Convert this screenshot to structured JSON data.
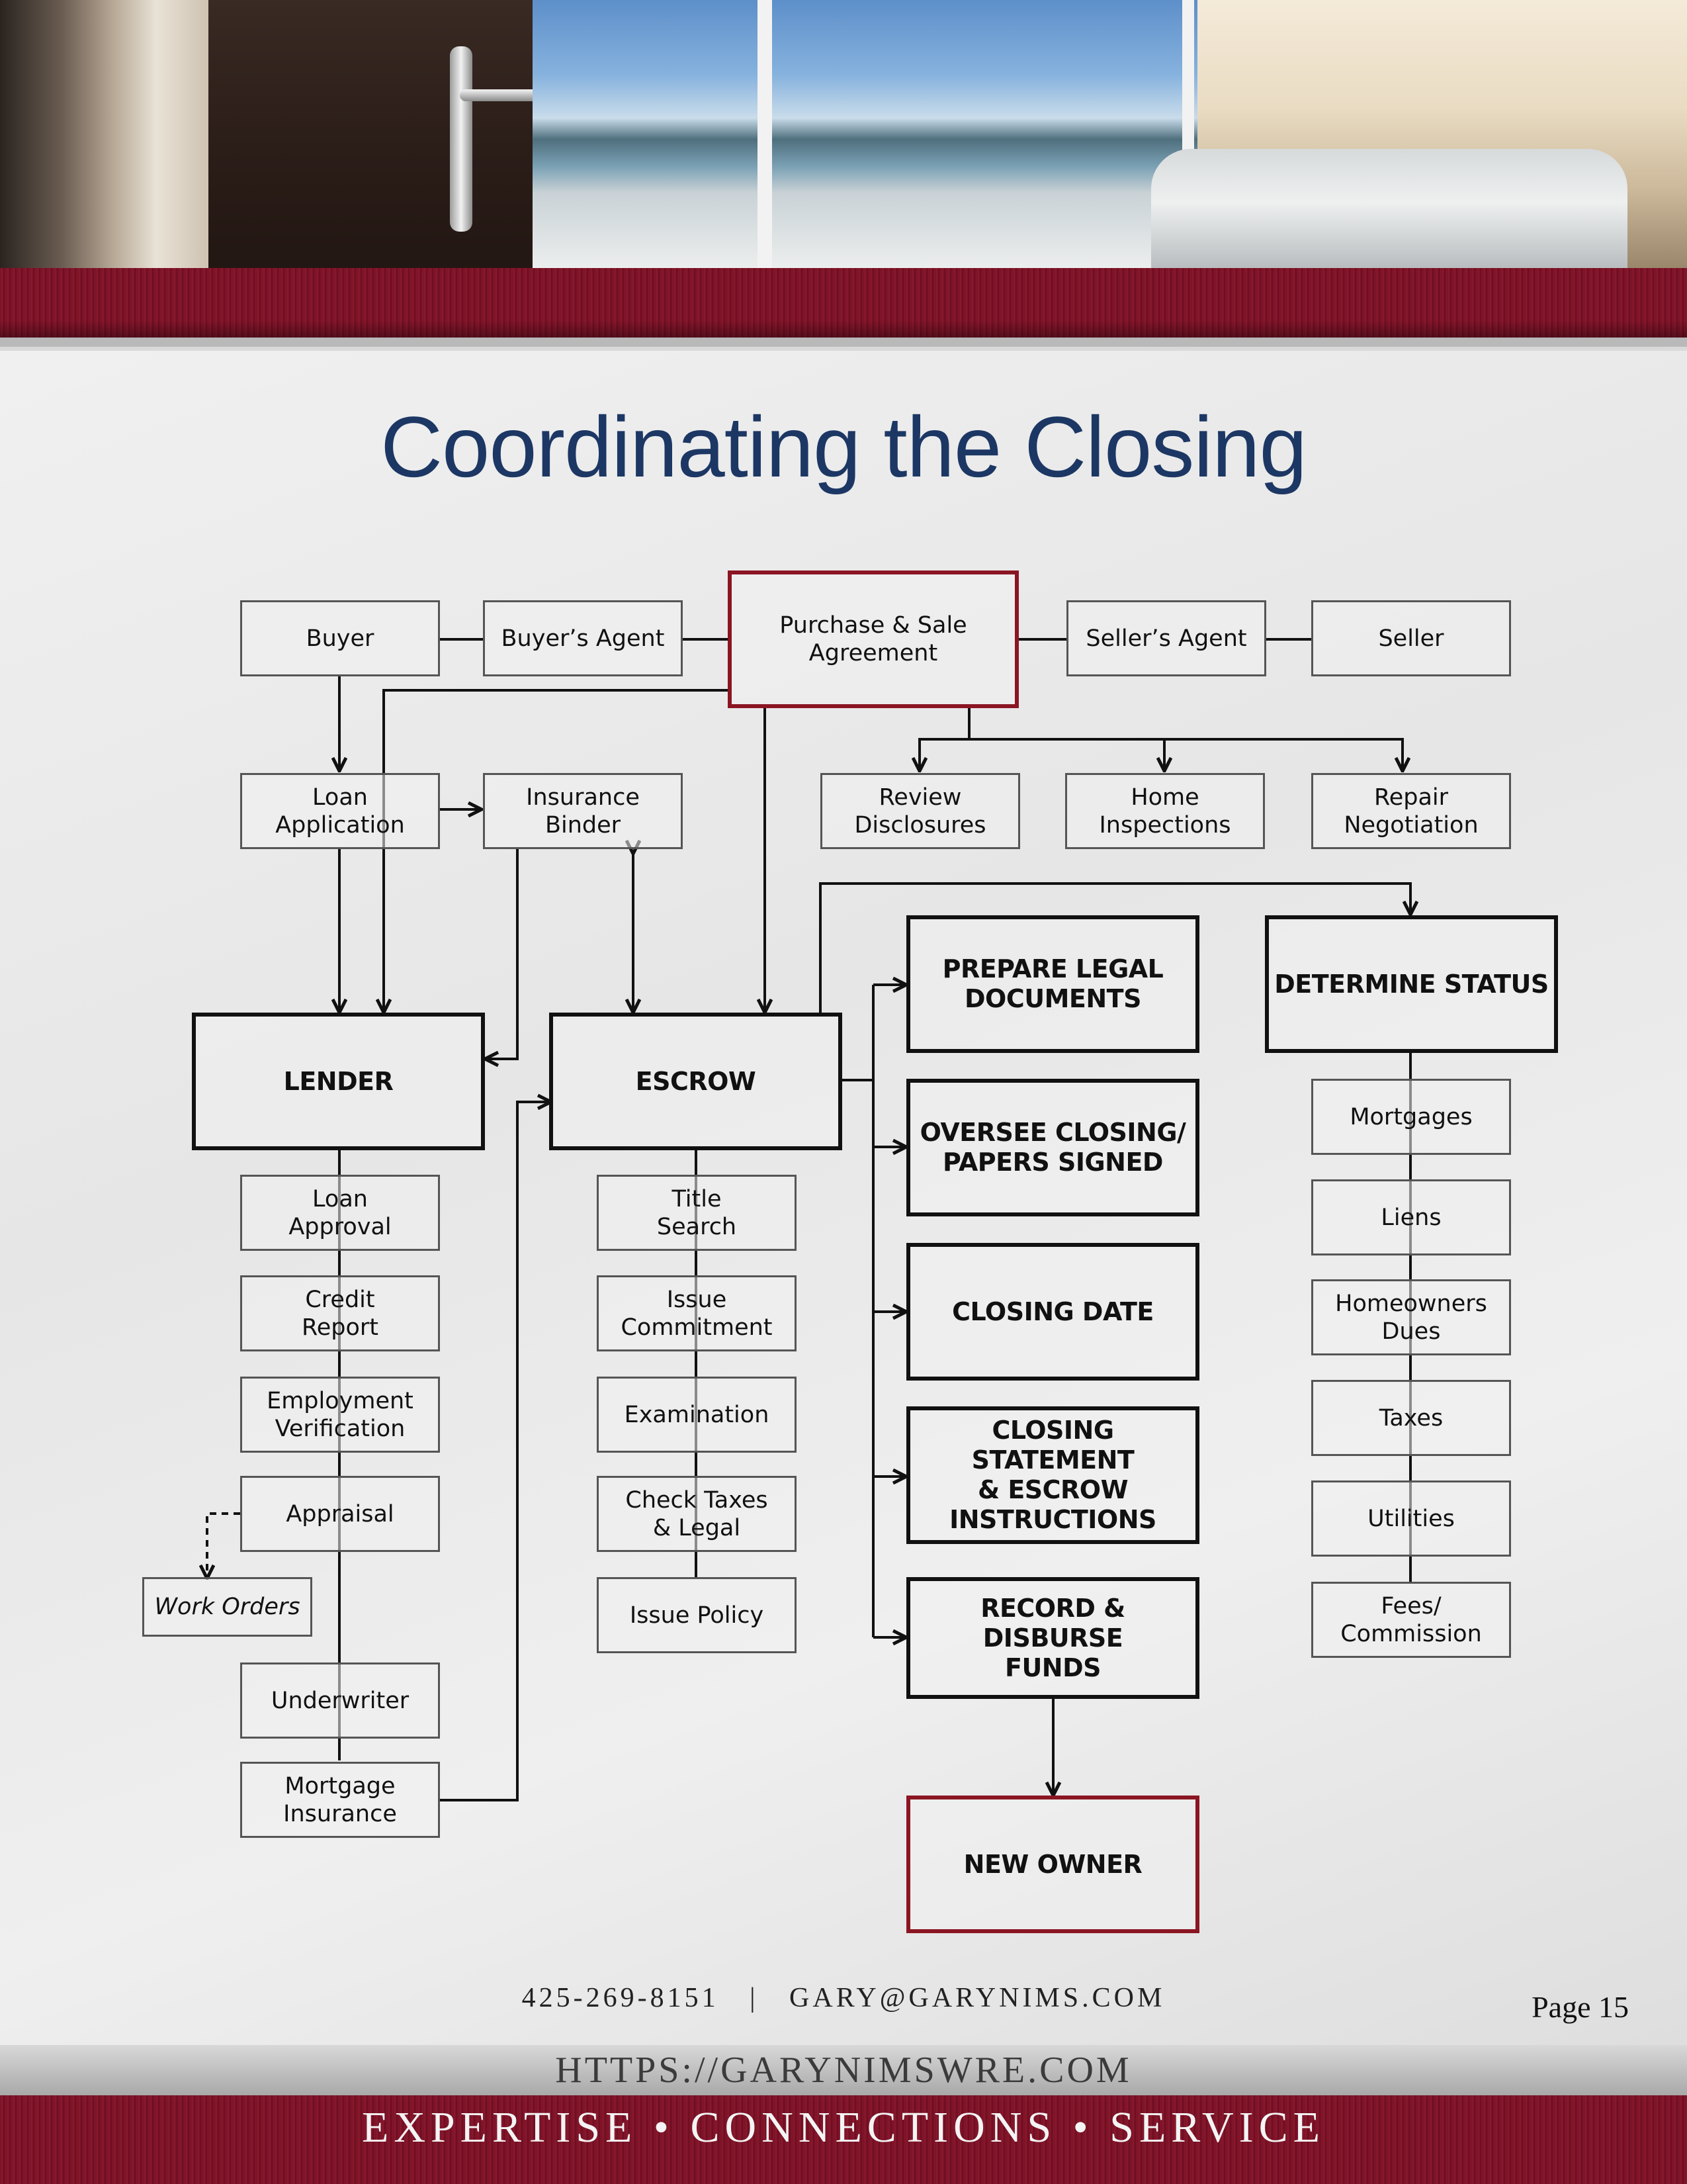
{
  "page": {
    "title": "Coordinating the Closing",
    "contact": "425-269-8151   |   GARY@GARYNIMS.COM",
    "page_number": "Page 15",
    "website": "HTTPS://GARYNIMSWRE.COM",
    "tagline": "EXPERTISE • CONNECTIONS • SERVICE"
  },
  "nodes": {
    "buyer": "Buyer",
    "buyers_agent": "Buyer’s Agent",
    "psa": "Purchase & Sale\nAgreement",
    "sellers_agent": "Seller’s Agent",
    "seller": "Seller",
    "loan_application": "Loan\nApplication",
    "insurance_binder": "Insurance\nBinder",
    "review_disclosures": "Review\nDisclosures",
    "home_inspections": "Home\nInspections",
    "repair_negotiation": "Repair\nNegotiation",
    "lender": "LENDER",
    "escrow": "ESCROW",
    "prepare_legal": "PREPARE LEGAL\nDOCUMENTS",
    "oversee_closing": "OVERSEE CLOSING/\nPAPERS SIGNED",
    "closing_date": "CLOSING DATE",
    "closing_statement": "CLOSING STATEMENT\n& ESCROW\nINSTRUCTIONS",
    "record_disburse": "RECORD & DISBURSE\nFUNDS",
    "new_owner": "NEW OWNER",
    "determine_status": "DETERMINE STATUS",
    "loan_approval": "Loan\nApproval",
    "credit_report": "Credit\nReport",
    "employment_verification": "Employment\nVerification",
    "appraisal": "Appraisal",
    "work_orders": "Work Orders",
    "underwriter": "Underwriter",
    "mortgage_insurance": "Mortgage\nInsurance",
    "title_search": "Title\nSearch",
    "issue_commitment": "Issue\nCommitment",
    "examination": "Examination",
    "check_taxes": "Check Taxes\n& Legal",
    "issue_policy": "Issue Policy",
    "mortgages": "Mortgages",
    "liens": "Liens",
    "homeowners_dues": "Homeowners\nDues",
    "taxes": "Taxes",
    "utilities": "Utilities",
    "fees_commission": "Fees/\nCommission"
  },
  "colors": {
    "title": "#1c3764",
    "accent_border": "#8b1522",
    "band": "#7a1024"
  }
}
